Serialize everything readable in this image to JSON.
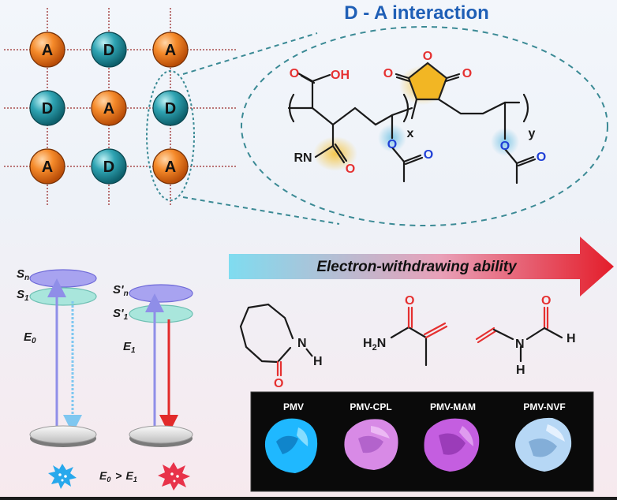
{
  "colors": {
    "acceptor": "#f07a1c",
    "donor": "#2a9aa8",
    "title": "#1f5fb6",
    "red": "#e53030",
    "blue": "#1f3fd6",
    "highlight_yellow": "#f5c33b",
    "highlight_blue": "#7fc7e6",
    "anhydride": "#f2b624"
  },
  "title": "D - A interaction",
  "grid": {
    "rows": [
      [
        "A",
        "D",
        "A"
      ],
      [
        "D",
        "A",
        "D"
      ],
      [
        "A",
        "D",
        "A"
      ]
    ]
  },
  "structure": {
    "cooh_label": "OH",
    "o_top": "O",
    "anhydride_o_ring": "O",
    "anhydride_o_left": "O",
    "anhydride_o_right": "O",
    "rn_label": "RN",
    "amide_o": "O",
    "ester_o1": "O",
    "ester_o1b": "O",
    "ester_o2": "O",
    "ester_o2b": "O",
    "x_label": "x",
    "y_label": "y"
  },
  "energy": {
    "s_n": "S",
    "s_n_sub": "n",
    "s_1": "S",
    "s_1_sub": "1",
    "s_prime_n": "S'",
    "s_prime_n_sub": "n",
    "s_prime_1": "S'",
    "s_prime_1_sub": "1",
    "e0": "E",
    "e0_sub": "0",
    "e1": "E",
    "e1_sub": "1",
    "compare_e0": "E",
    "compare_e0_sub": "0",
    "compare_gt": ">",
    "compare_e1": "E",
    "compare_e1_sub": "1"
  },
  "arrow": {
    "label": "Electron-withdrawing ability"
  },
  "molecules": {
    "cpl_n": "N",
    "cpl_h": "H",
    "cpl_o": "O",
    "mam_h2n": "H",
    "mam_h2n_sub": "2",
    "mam_n": "N",
    "mam_o": "O",
    "nvf_o": "O",
    "nvf_n": "N",
    "nvf_h1": "H",
    "nvf_h2": "H"
  },
  "samples": {
    "labels": [
      "PMV",
      "PMV-CPL",
      "PMV-MAM",
      "PMV-NVF"
    ],
    "colors": [
      "#1fb8ff",
      "#d88ae6",
      "#c45ee0",
      "#b6d7f5"
    ]
  }
}
